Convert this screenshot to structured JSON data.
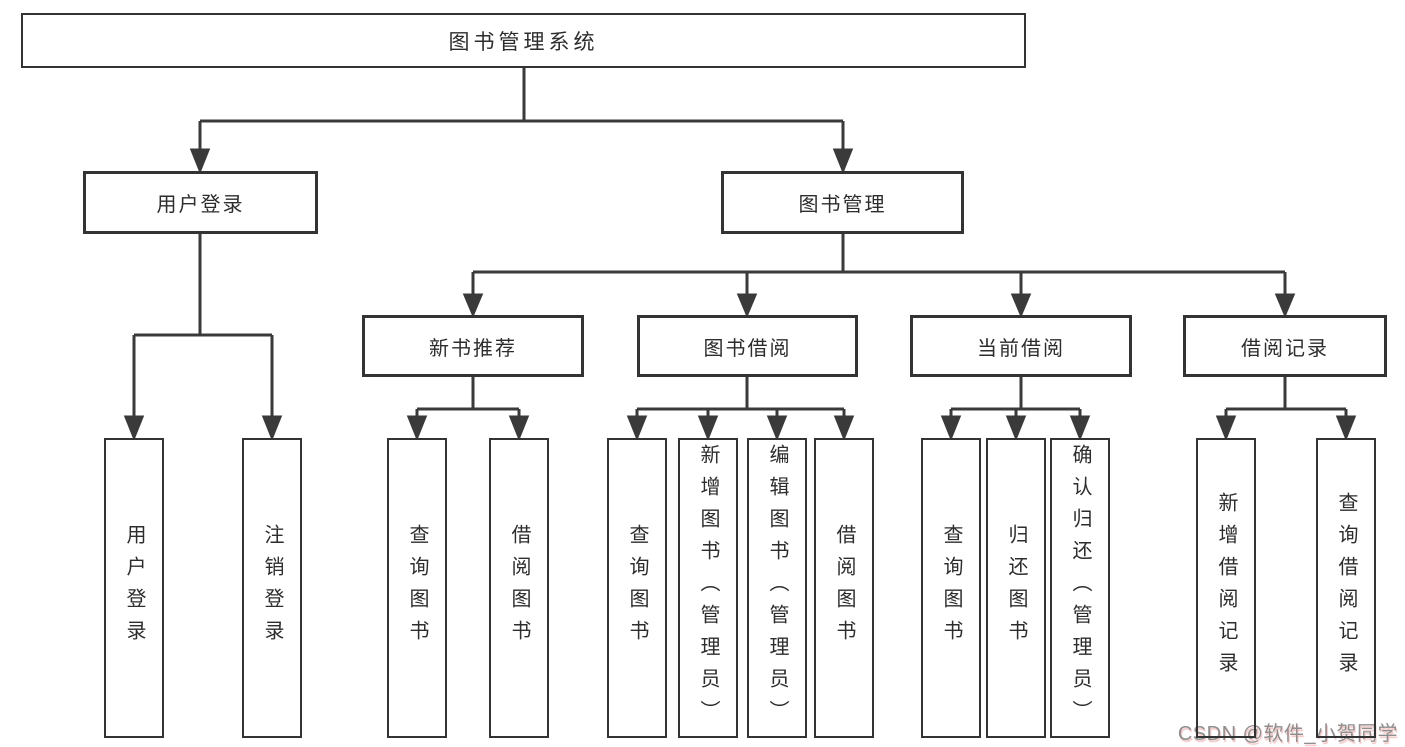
{
  "tree": {
    "label": "图书管理系统",
    "children": [
      {
        "label": "用户登录",
        "children": [
          {
            "label": "用户登录"
          },
          {
            "label": "注销登录"
          }
        ]
      },
      {
        "label": "图书管理",
        "children": [
          {
            "label": "新书推荐",
            "children": [
              {
                "label": "查询图书"
              },
              {
                "label": "借阅图书"
              }
            ]
          },
          {
            "label": "图书借阅",
            "children": [
              {
                "label": "查询图书"
              },
              {
                "label": "新增图书（管理员）"
              },
              {
                "label": "编辑图书（管理员）"
              },
              {
                "label": "借阅图书"
              }
            ]
          },
          {
            "label": "当前借阅",
            "children": [
              {
                "label": "查询图书"
              },
              {
                "label": "归还图书"
              },
              {
                "label": "确认归还（管理员）"
              }
            ]
          },
          {
            "label": "借阅记录",
            "children": [
              {
                "label": "新增借阅记录"
              },
              {
                "label": "查询借阅记录"
              }
            ]
          }
        ]
      }
    ]
  },
  "watermark": {
    "text": "CSDN @软件_小贺同学"
  },
  "colors": {
    "line": "#3a3a3a",
    "border": "#333333",
    "text": "#2d2d2d",
    "watermark_gray": "#8f8f8f",
    "watermark_red": "#e07070",
    "background": "#ffffff"
  }
}
